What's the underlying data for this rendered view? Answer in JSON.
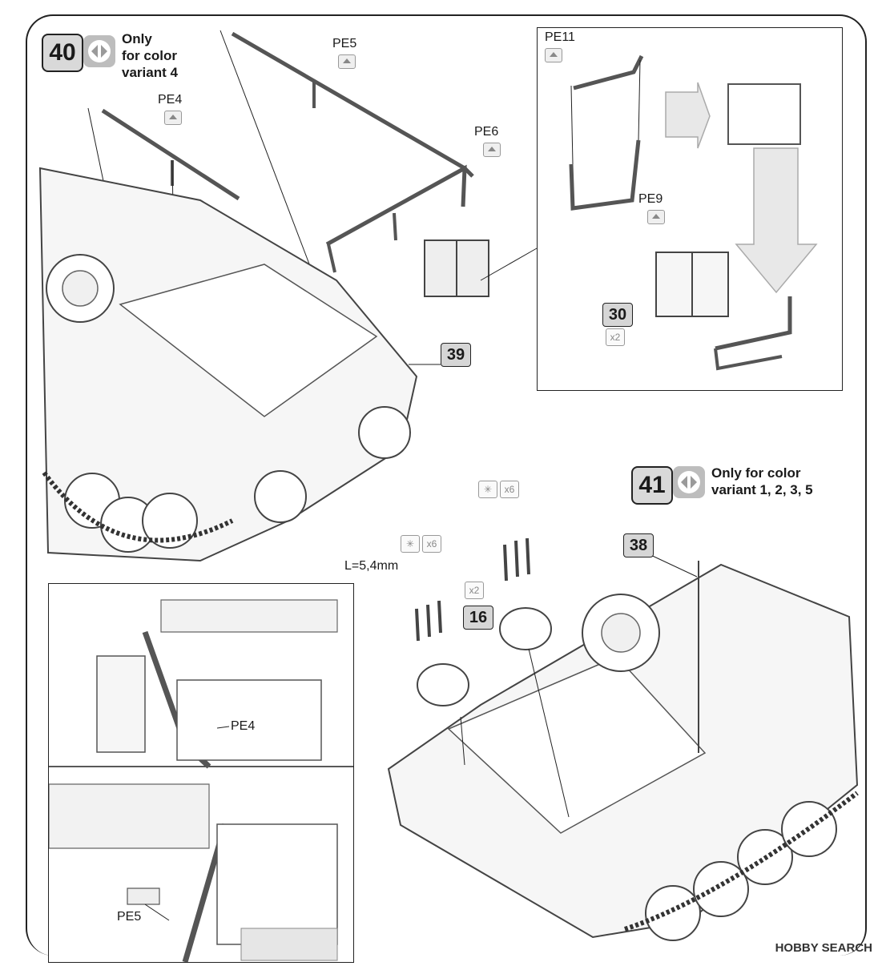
{
  "step40": {
    "number": "40",
    "text_line1": "Only",
    "text_line2": "for color",
    "text_line3": "variant 4"
  },
  "step41": {
    "number": "41",
    "text_line1": "Only for color",
    "text_line2": "variant 1, 2, 3, 5"
  },
  "labels": {
    "pe5_top": "PE5",
    "pe4_top": "PE4",
    "pe6": "PE6",
    "pe11": "PE11",
    "pe9": "PE9",
    "pe4_detail": "PE4",
    "pe5_detail": "PE5",
    "length": "L=5,4mm"
  },
  "parts": {
    "part30": "30",
    "part30_qty": "x2",
    "part39": "39",
    "part16": "16",
    "part16_qty": "x2",
    "part38": "38",
    "rod_qty_a": "x6",
    "rod_qty_b": "x6"
  },
  "watermark": "HOBBY SEARCH"
}
